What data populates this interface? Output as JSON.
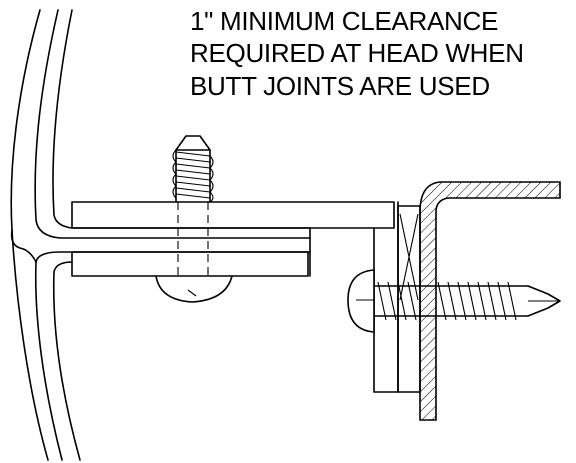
{
  "note": {
    "lines": [
      "1\" MINIMUM CLEARANCE",
      "REQUIRED AT HEAD WHEN",
      "BUTT JOINTS ARE USED"
    ]
  }
}
